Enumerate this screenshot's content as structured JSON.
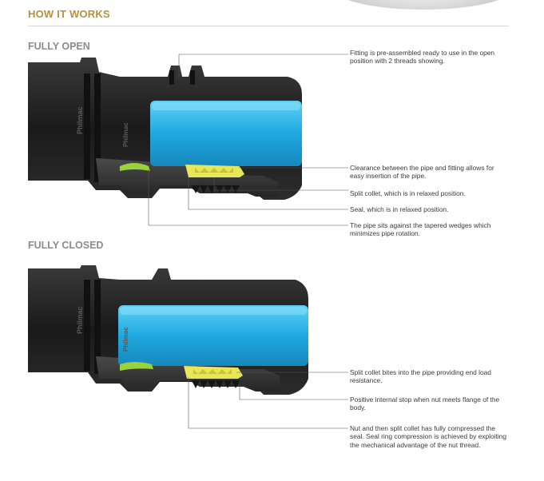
{
  "header": {
    "title": "HOW IT WORKS"
  },
  "sections": [
    {
      "title": "FULLY OPEN",
      "notes": [
        "Fitting is pre-assembled ready to use in the open position with 2 threads showing.",
        "Clearance between the pipe and fitting allows for easy insertion of the pipe.",
        "Split collet, which is in relaxed position.",
        "Seal, which is in relaxed position.",
        "The pipe sits against the tapered wedges which minimizes pipe rotation."
      ]
    },
    {
      "title": "FULLY CLOSED",
      "notes": [
        "Split collet bites into the pipe providing end load resistance.",
        "Positive internal stop when nut meets flange of the body.",
        "Nut and then split collet has fully compressed the seal. Seal ring compression is achieved by exploiting the mechanical advantage of the nut thread."
      ]
    }
  ],
  "colors": {
    "accent_gold": "#b8913a",
    "pipe_blue": "#27b4e6",
    "seal_green": "#9ad23b",
    "collet_yellow": "#e9e65a",
    "fitting_black": "#1f1f1f"
  },
  "brand_mark": "Philmac"
}
